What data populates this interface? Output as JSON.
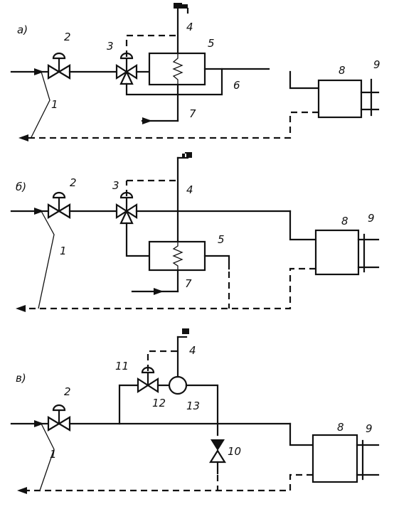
{
  "panels": [
    {
      "id": "a",
      "letter": "a)"
    },
    {
      "id": "b",
      "letter": "б)"
    },
    {
      "id": "c",
      "letter": "в)"
    }
  ],
  "labels": {
    "n1": "1",
    "n2": "2",
    "n3": "3",
    "n4": "4",
    "n5": "5",
    "n6": "6",
    "n7": "7",
    "n8": "8",
    "n9": "9",
    "n10": "10",
    "n11": "11",
    "n12": "12",
    "n13": "13"
  }
}
